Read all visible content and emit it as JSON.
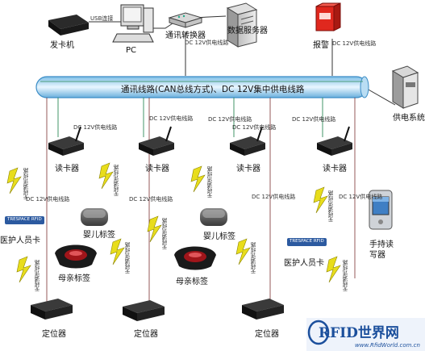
{
  "bus_label": "通讯线路(CAN总线方式)、DC 12V集中供电线路",
  "devices": {
    "card_issuer": "发卡机",
    "usb_link": "USB连接",
    "pc": "PC",
    "comm_converter": "通讯转换器",
    "data_server": "数据服务器",
    "alarm": "报警",
    "power_system": "供电系统",
    "handheld_reader": "手持读写器",
    "reader": "读卡器",
    "locator": "定位器",
    "infant_tag": "婴儿标签",
    "mother_tag": "母亲标签",
    "medical_card": "医护人员卡"
  },
  "links": {
    "dc12v_supply": "DC 12V供电线路",
    "wireless_comm": "无线通讯线路"
  },
  "card_badge": "TRESPACE RFID",
  "watermark": {
    "main": "RFID世界网",
    "url": "www.RfidWorld.com.cn"
  }
}
